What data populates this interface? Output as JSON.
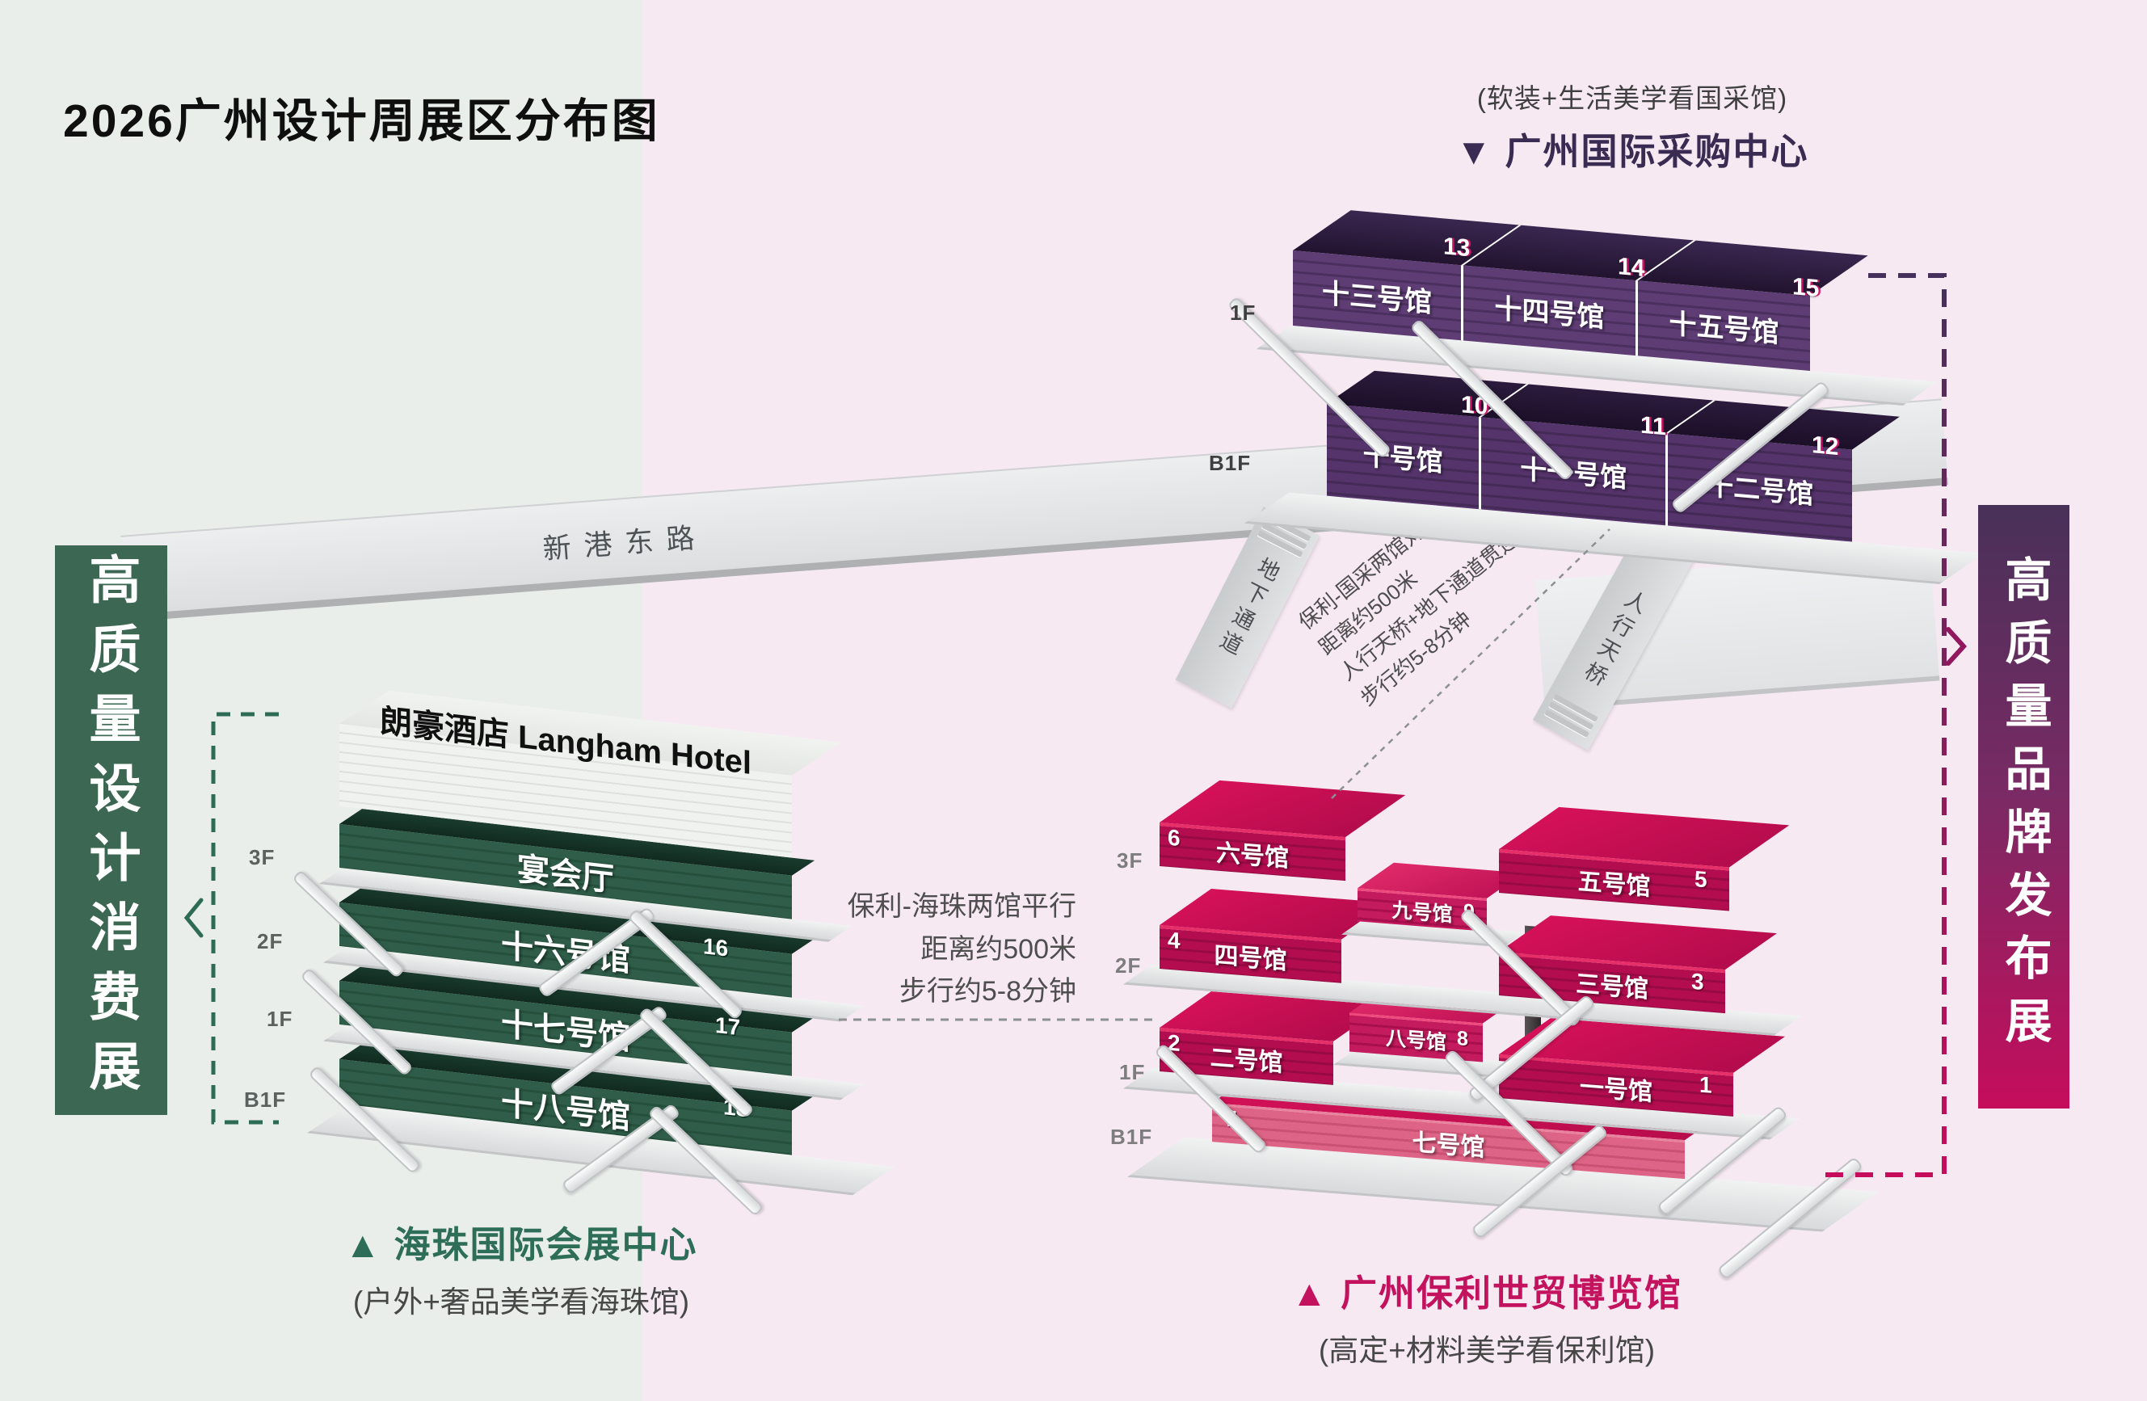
{
  "title": "2026广州设计周展区分布图",
  "banners": {
    "left": "高质量设计消费展",
    "right": "高质量品牌发布展"
  },
  "road": {
    "label": "新港东路"
  },
  "crossings": {
    "underpass": "地下通道",
    "footbridge": "人行天桥"
  },
  "notes": {
    "bridge": [
      "保利-国采两馆对望",
      "距离约500米",
      "人行天桥+地下通道贯连",
      "步行约5-8分钟"
    ],
    "parallel": [
      "保利-海珠两馆平行",
      "距离约500米",
      "步行约5-8分钟"
    ]
  },
  "guocai": {
    "marker": "▼",
    "name": "广州国际采购中心",
    "note": "(软装+生活美学看国采馆)",
    "floors": [
      "1F",
      "B1F"
    ],
    "halls_1f": [
      {
        "name": "十三号馆",
        "num": "13"
      },
      {
        "name": "十四号馆",
        "num": "14"
      },
      {
        "name": "十五号馆",
        "num": "15"
      }
    ],
    "halls_b1f": [
      {
        "name": "十号馆",
        "num": "10"
      },
      {
        "name": "十一号馆",
        "num": "11"
      },
      {
        "name": "十二号馆",
        "num": "12"
      }
    ]
  },
  "poly": {
    "marker": "▲",
    "name": "广州保利世贸博览馆",
    "note": "(高定+材料美学看保利馆)",
    "floors": [
      "3F",
      "2F",
      "1F",
      "B1F"
    ],
    "h6": {
      "name": "六号馆",
      "num": "6"
    },
    "h5": {
      "name": "五号馆",
      "num": "5"
    },
    "h9": {
      "name": "九号馆",
      "num": "9"
    },
    "h4": {
      "name": "四号馆",
      "num": "4"
    },
    "h3": {
      "name": "三号馆",
      "num": "3"
    },
    "h8": {
      "name": "八号馆",
      "num": "8"
    },
    "h2": {
      "name": "二号馆",
      "num": "2"
    },
    "h1": {
      "name": "一号馆",
      "num": "1"
    },
    "h7": {
      "name": "七号馆",
      "num": "7"
    }
  },
  "haizhu": {
    "marker": "▲",
    "name": "海珠国际会展中心",
    "note": "(户外+奢品美学看海珠馆)",
    "floors": [
      "3F",
      "2F",
      "1F",
      "B1F"
    ],
    "hotel": "朗豪酒店 Langham Hotel",
    "banquet": {
      "name": "宴会厅"
    },
    "h16": {
      "name": "十六号馆",
      "num": "16"
    },
    "h17": {
      "name": "十七号馆",
      "num": "17"
    },
    "h18": {
      "name": "十八号馆",
      "num": "18"
    }
  },
  "colors": {
    "bg_left": "#e9eeeb",
    "bg_right": "#f7e9f2",
    "banner_left_green": "#3c6753",
    "banner_right_top": "#483159",
    "banner_right_bottom": "#c50d5c",
    "guocai_purple": "#3a2b52",
    "poly_magenta": "#c4135e",
    "haizhu_green": "#2e6e58",
    "purple_hall": "#5e3d75",
    "pink_hall": "#b30d50",
    "green_hall": "#2f5d49"
  }
}
